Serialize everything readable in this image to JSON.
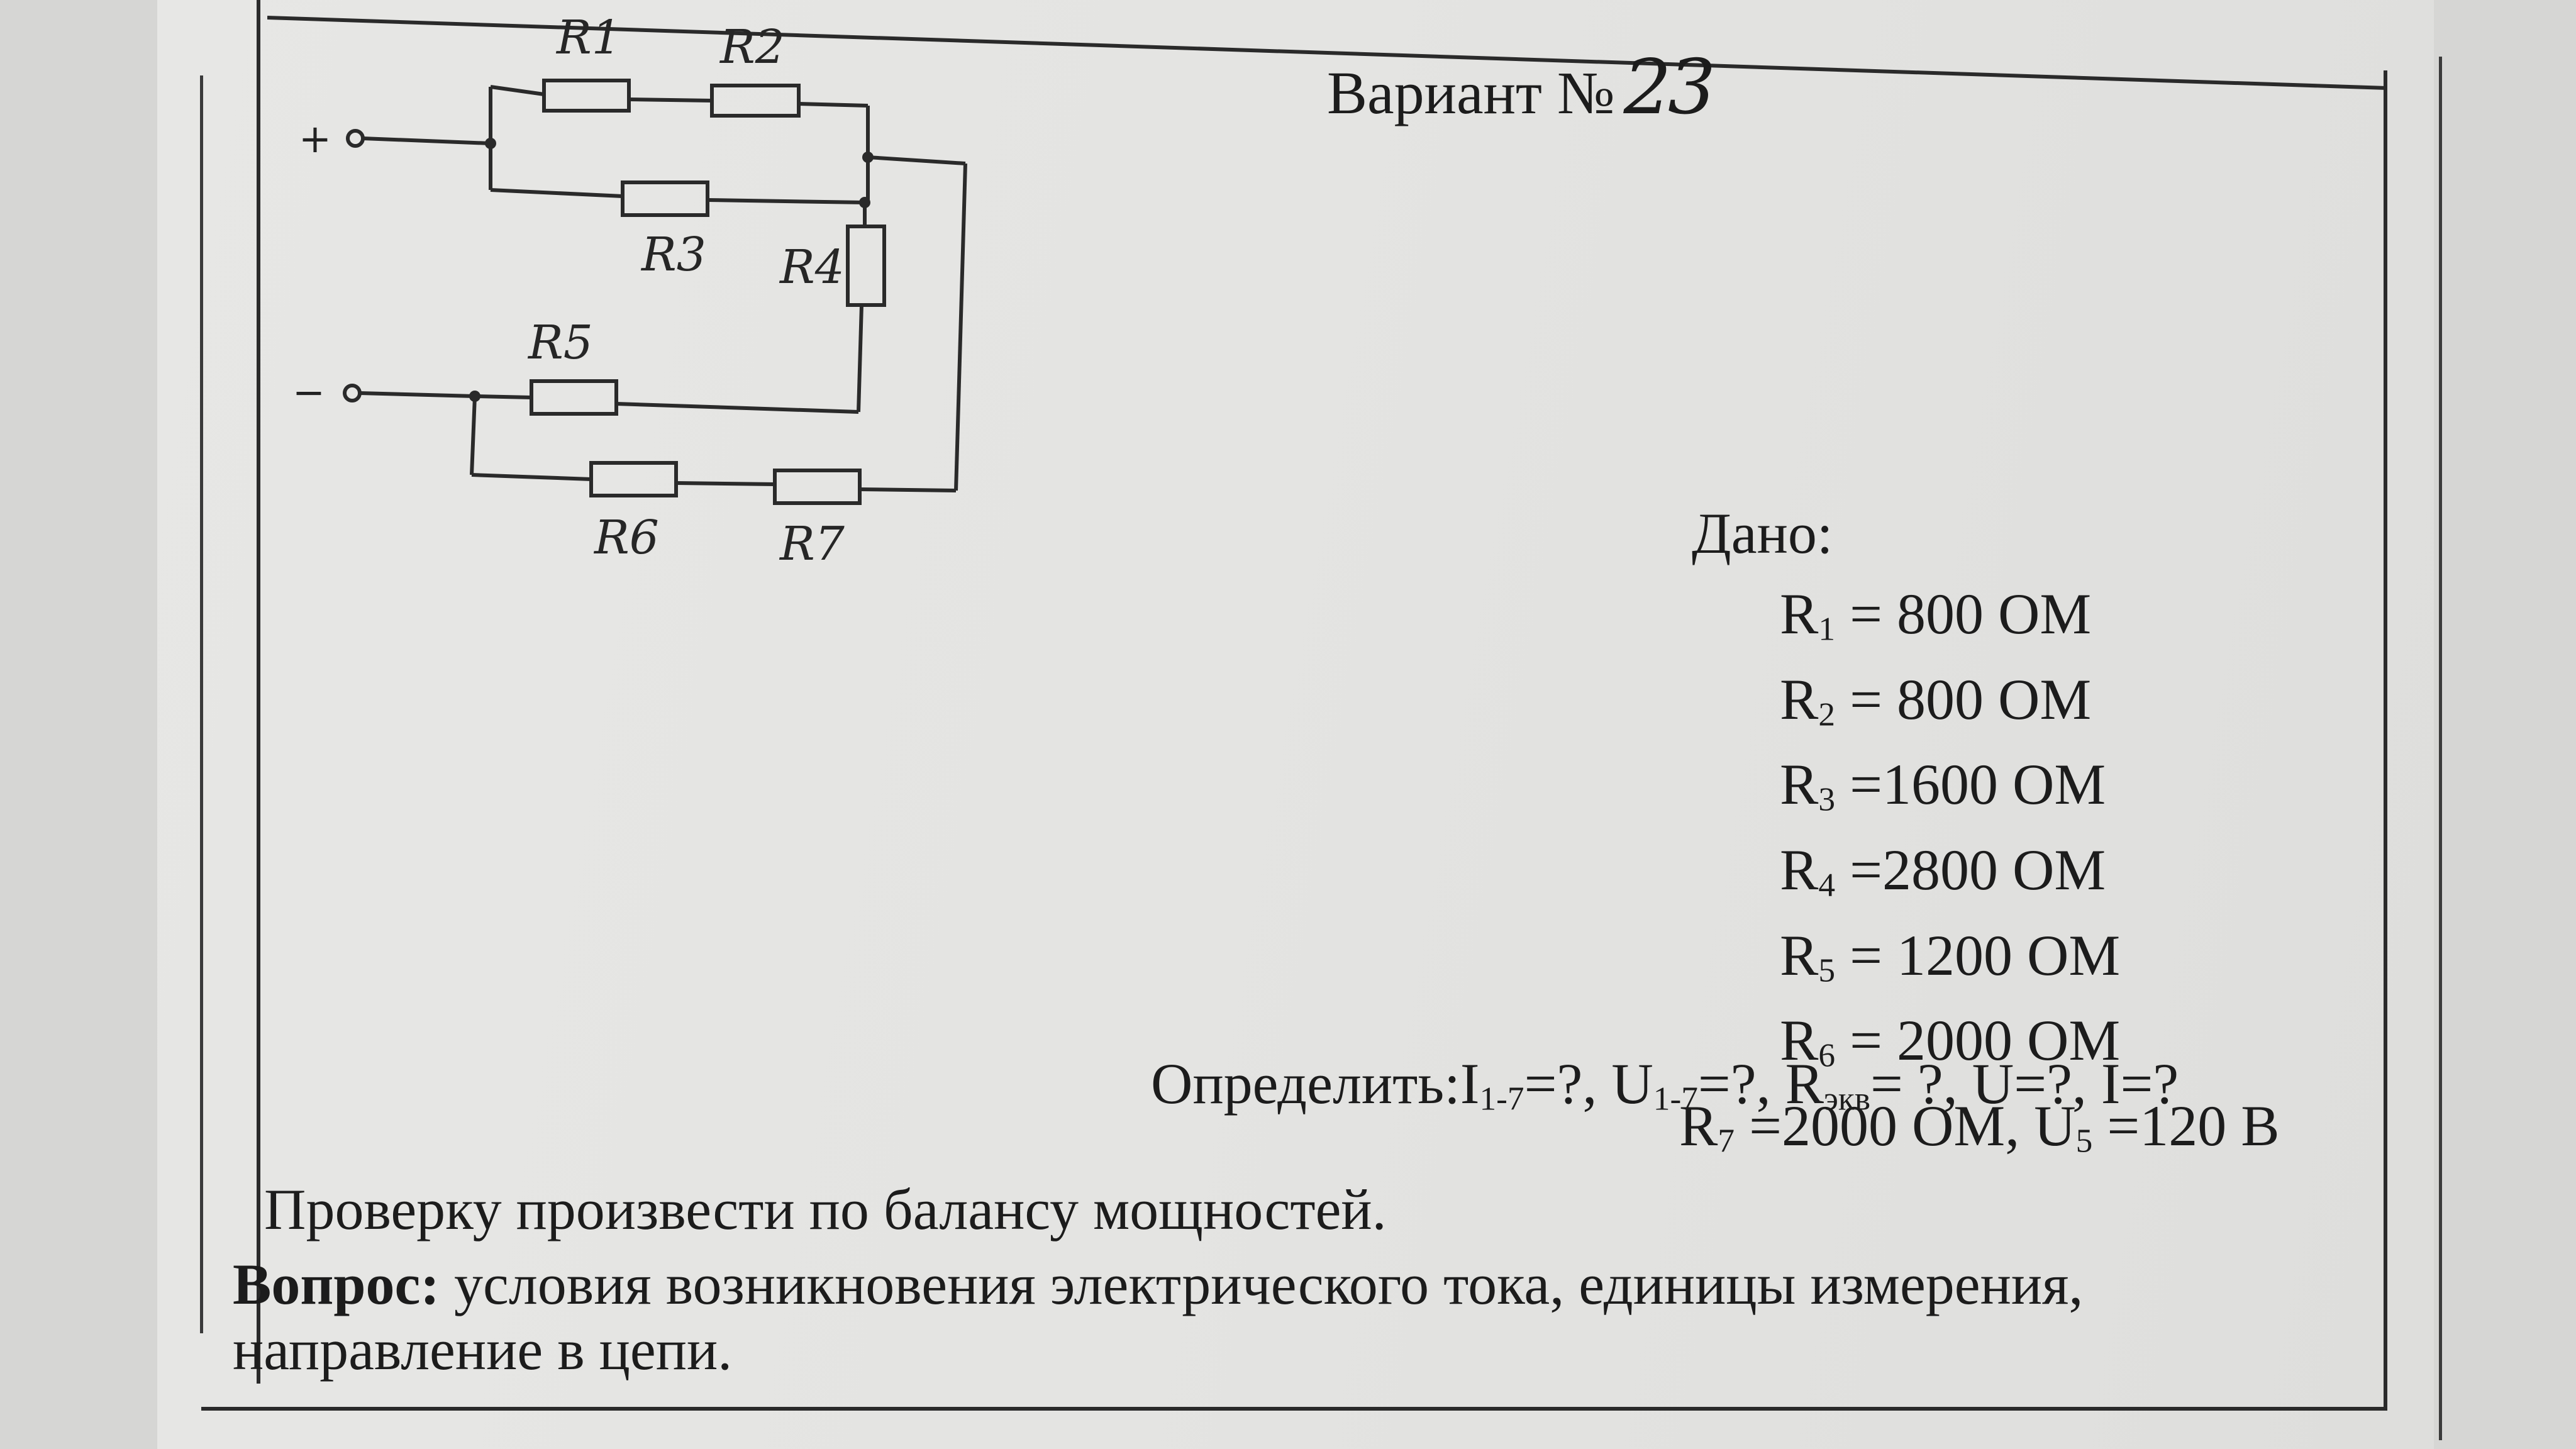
{
  "header": {
    "variant_label": "Вариант №",
    "variant_number": "23"
  },
  "circuit": {
    "terminals": {
      "plus": "+",
      "minus": "−"
    },
    "resistor_labels": [
      "R1",
      "R2",
      "R3",
      "R4",
      "R5",
      "R6",
      "R7"
    ]
  },
  "given": {
    "label": "Дано:",
    "rows": [
      {
        "sym": "R",
        "sub": "1",
        "text": " = 800 ОМ"
      },
      {
        "sym": "R",
        "sub": "2",
        "text": " = 800 ОМ"
      },
      {
        "sym": "R",
        "sub": "3",
        "text": " =1600 ОМ"
      },
      {
        "sym": "R",
        "sub": "4",
        "text": " =2800 ОМ"
      },
      {
        "sym": "R",
        "sub": "5",
        "text": " = 1200 ОМ"
      },
      {
        "sym": "R",
        "sub": "6",
        "text": " = 2000 ОМ"
      },
      {
        "sym": "R",
        "sub": "7",
        "text": " =2000 ОМ, U",
        "sub2": "5",
        "text2": " =120 В"
      }
    ]
  },
  "determine": {
    "label": "Определить:",
    "i_sym": "I",
    "i_sub": "1-7",
    "i_val": "=?, ",
    "u_sym": "U",
    "u_sub": "1-7",
    "u_val": "=?, ",
    "r_sym": "R",
    "r_sub": "экв",
    "r_val": "= ?, ",
    "tail": "U=?, I=?"
  },
  "check_text": "Проверку произвести по балансу мощностей.",
  "question": {
    "label": "Вопрос:",
    "text": " условия возникновения электрического тока, единицы измерения, направление в цепи."
  }
}
